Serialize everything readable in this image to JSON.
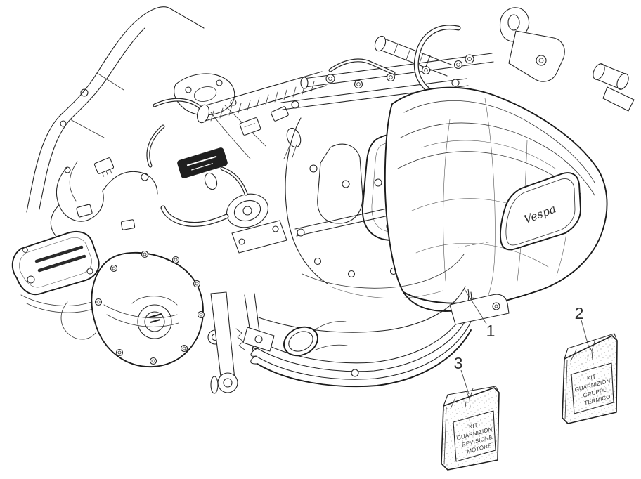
{
  "diagram": {
    "colors": {
      "background": "#ffffff",
      "line": "#262626",
      "callout_text": "#2e2e2e"
    },
    "engine": {
      "logo": "Vespa"
    },
    "callouts": [
      {
        "label": "1"
      },
      {
        "label": "2"
      },
      {
        "label": "3"
      }
    ],
    "kits": [
      {
        "lines": [
          "KIT",
          "GUARNIZIONI",
          "GRUPPO",
          "TERMICO"
        ]
      },
      {
        "lines": [
          "KIT",
          "GUARNIZIONI",
          "REVISIONE",
          "MOTORE"
        ]
      }
    ]
  }
}
